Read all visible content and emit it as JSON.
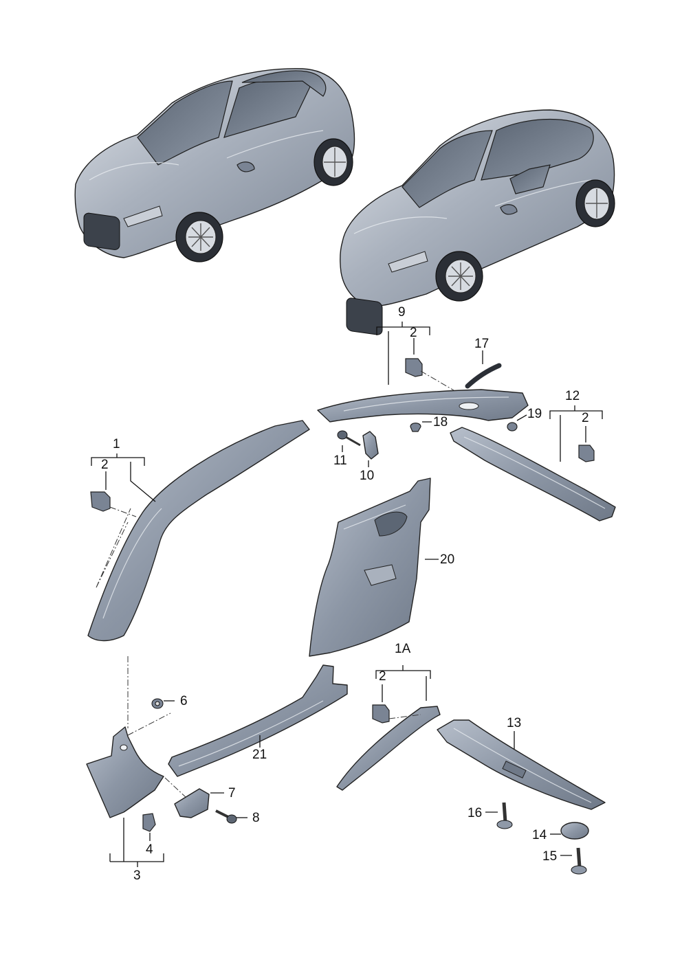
{
  "callouts": {
    "c1": "1",
    "c1a": "1A",
    "c2a": "2",
    "c2b": "2",
    "c2c": "2",
    "c2d": "2",
    "c3": "3",
    "c4": "4",
    "c6": "6",
    "c7": "7",
    "c8": "8",
    "c9": "9",
    "c10": "10",
    "c11": "11",
    "c12": "12",
    "c13": "13",
    "c14": "14",
    "c15": "15",
    "c16": "16",
    "c17": "17",
    "c18": "18",
    "c19": "19",
    "c20": "20",
    "c21": "21"
  },
  "colors": {
    "part_fill": "#8f99a8",
    "car_body": "#a7afbb",
    "line": "#111111"
  }
}
